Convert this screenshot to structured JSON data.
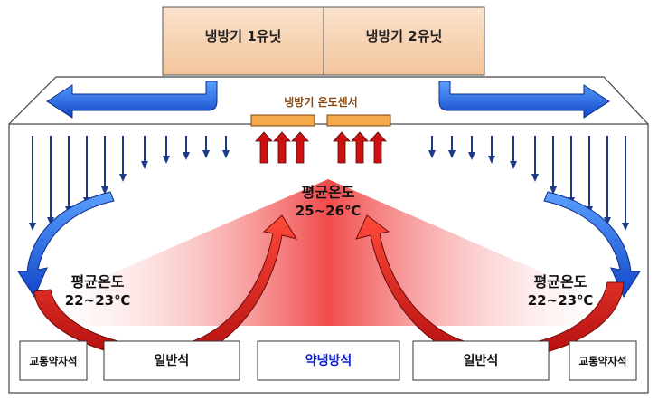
{
  "units": {
    "unit1": "냉방기 1유닛",
    "unit2": "냉방기 2유닛"
  },
  "sensor_label": "냉방기 온도센서",
  "center_temp": {
    "label": "평균온도",
    "value": "25~26℃"
  },
  "left_temp": {
    "label": "평균온도",
    "value": "22~23℃"
  },
  "right_temp": {
    "label": "평균온도",
    "value": "22~23℃"
  },
  "seats": {
    "left_priority": "교통약자석",
    "left_general": "일반석",
    "center_weak_cooling": "약냉방석",
    "right_general": "일반석",
    "right_priority": "교통약자석"
  },
  "colors": {
    "unit_fill": "#f6cfaa",
    "sensor_fill": "#f4a94a",
    "cold_arrow": "#1a5fe6",
    "drip_arrow": "#1d3a8a",
    "warm_arrow": "#cc1111",
    "center_seat_text": "#1020d0"
  },
  "icons": [
    "cold-air-arrow",
    "warm-air-arrow",
    "downflow-arrow",
    "circulation-arrow"
  ]
}
